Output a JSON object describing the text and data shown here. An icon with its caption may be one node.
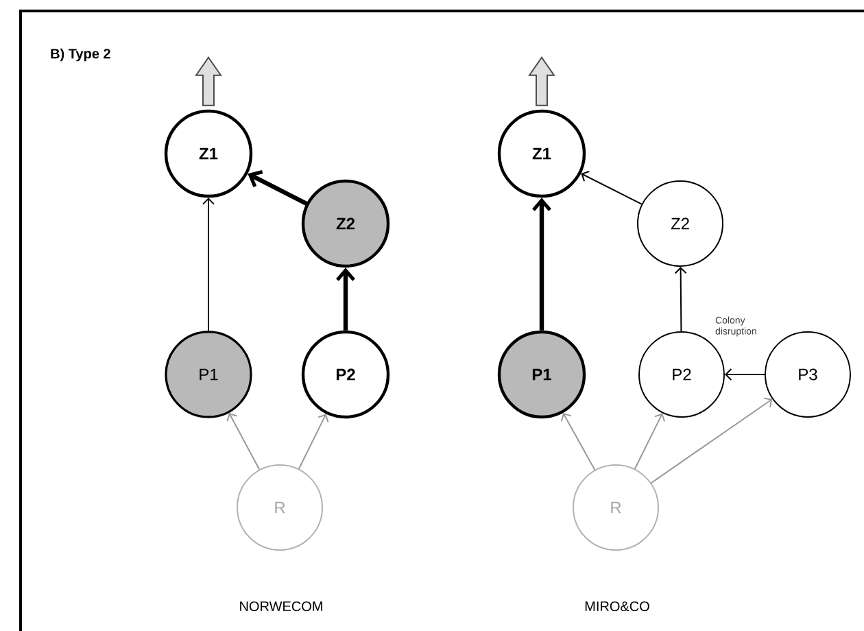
{
  "diagram": {
    "title": "B) Type 2",
    "nodes": [
      {
        "text": [
          "Z1"
        ]
      },
      {
        "text": [
          "Z2"
        ]
      },
      {
        "text": [
          "P1"
        ]
      },
      {
        "text": [
          "P2"
        ]
      },
      {
        "text": [
          "R"
        ]
      },
      {
        "text": [
          "Z1"
        ]
      },
      {
        "text": [
          "Z2"
        ]
      },
      {
        "text": [
          "P1"
        ]
      },
      {
        "text": [
          "P2"
        ]
      },
      {
        "text": [
          "P3"
        ]
      },
      {
        "text": [
          "R"
        ]
      }
    ],
    "edges": [
      {
        "from": 2,
        "to": 0,
        "arrow": "to"
      },
      {
        "from": 3,
        "to": 1,
        "arrow": "to",
        "style": "thick"
      },
      {
        "from": 1,
        "to": 0,
        "arrow": "to",
        "style": "thick"
      },
      {
        "from": 4,
        "to": 2,
        "arrow": "to",
        "color": "#999999"
      },
      {
        "from": 4,
        "to": 3,
        "arrow": "to",
        "color": "#999999"
      },
      {
        "from": 0,
        "to": null,
        "arrow": "to"
      },
      {
        "from": 7,
        "to": 5,
        "arrow": "to",
        "style": "thick"
      },
      {
        "from": 6,
        "to": 5,
        "arrow": "to"
      },
      {
        "from": 8,
        "to": 6,
        "arrow": "to"
      },
      {
        "from": 9,
        "to": 8,
        "arrow": "to"
      },
      {
        "from": 10,
        "to": 7,
        "arrow": "to",
        "color": "#999999"
      },
      {
        "from": 10,
        "to": 8,
        "arrow": "to",
        "color": "#999999"
      },
      {
        "from": 10,
        "to": 9,
        "arrow": "to",
        "color": "#999999"
      },
      {
        "from": 5,
        "to": null,
        "arrow": "to"
      }
    ],
    "labels": [
      "Colony disruption",
      "NORWECOM",
      "MIRO&CO"
    ]
  }
}
